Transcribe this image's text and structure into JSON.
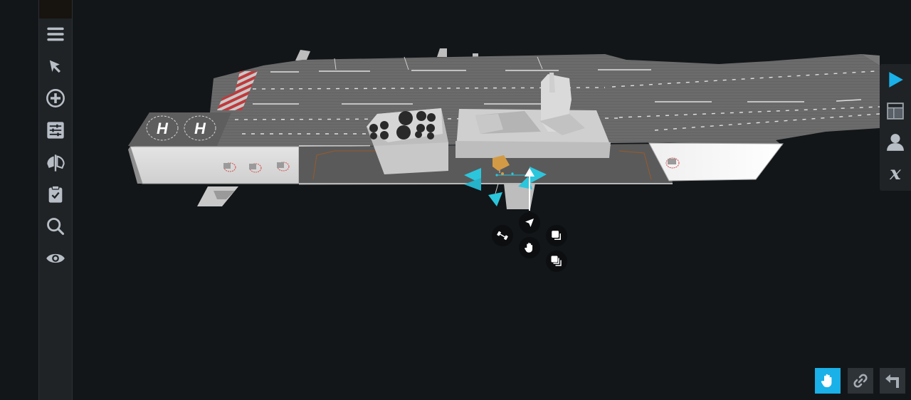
{
  "app": {
    "viewport_background": "#121619",
    "accent_color": "#1ab0e8"
  },
  "left_toolbar": {
    "items": [
      {
        "id": "menu",
        "icon": "hamburger-menu-icon"
      },
      {
        "id": "select",
        "icon": "cursor-arrow-icon"
      },
      {
        "id": "add",
        "icon": "plus-circle-icon"
      },
      {
        "id": "properties",
        "icon": "sliders-icon"
      },
      {
        "id": "mirror",
        "icon": "symmetry-mirror-icon"
      },
      {
        "id": "checklist",
        "icon": "clipboard-check-icon"
      },
      {
        "id": "search",
        "icon": "magnifier-icon"
      },
      {
        "id": "view",
        "icon": "eye-icon"
      }
    ]
  },
  "right_toolbar": {
    "items": [
      {
        "id": "play",
        "icon": "play-icon",
        "color": "#1ab0e8"
      },
      {
        "id": "layout",
        "icon": "layout-panels-icon"
      },
      {
        "id": "user",
        "icon": "user-icon"
      },
      {
        "id": "variables",
        "icon": "variable-x-icon",
        "label": "x"
      }
    ]
  },
  "bottom_toolbar": {
    "items": [
      {
        "id": "pan",
        "icon": "hand-icon",
        "active": true
      },
      {
        "id": "link",
        "icon": "link-icon",
        "active": false
      },
      {
        "id": "undo",
        "icon": "undo-arrow-icon",
        "active": false
      }
    ]
  },
  "scene": {
    "object": "aircraft-carrier-model",
    "helipad_labels": [
      "H",
      "H"
    ],
    "deck_color": "#6a6a6a",
    "hull_color": "#d8d8d8"
  },
  "gizmo": {
    "axis_color": "#2cc6dc",
    "rotation_handle_color": "#d39a45",
    "context_menu": [
      {
        "id": "select",
        "icon": "cursor-arrow-icon"
      },
      {
        "id": "resize",
        "icon": "dumbbell-scale-icon"
      },
      {
        "id": "move",
        "icon": "hand-icon"
      },
      {
        "id": "copy",
        "icon": "copy-icon"
      },
      {
        "id": "duplicate",
        "icon": "duplicate-icon"
      }
    ]
  }
}
